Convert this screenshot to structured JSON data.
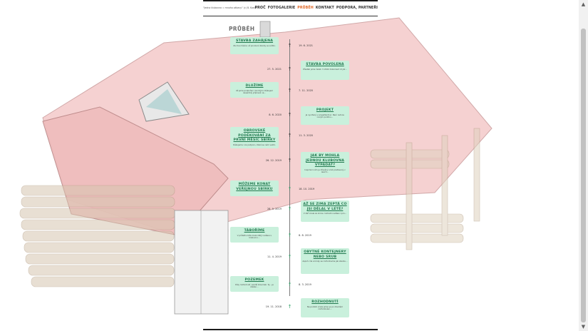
{
  "header": {
    "brand": "\"Jedna klubovna = mnoho zábavy\" (c) B. Kostel",
    "nav": [
      {
        "label": "PROČ",
        "active": false
      },
      {
        "label": "FOTOGALERIE",
        "active": false
      },
      {
        "label": "PRŮBĚH",
        "active": true
      },
      {
        "label": "KONTAKT",
        "active": false
      },
      {
        "label": "PODPORA, PARTNEŘI",
        "active": false
      }
    ]
  },
  "page": {
    "title": "PRŮBĚH"
  },
  "timeline": [
    {
      "title": "STAVBA ZAHÁJENA",
      "text": "Za dva měsíce už povolení stavby se svítilo.",
      "date": "19. 6. 2021",
      "arrow": "dark"
    },
    {
      "title": "STAVBA POVOLENA",
      "text": "Přestali jsme čekat. V 2022 dokument chybí...",
      "date": "27. 5. 2021",
      "arrow": "dark"
    },
    {
      "title": "DLUŽÍME",
      "text": "Už jsme podpořeni mnohými. Děkujem Assembly přípravě na...",
      "date": "7. 11. 2020",
      "arrow": "dark"
    },
    {
      "title": "PROJEKT",
      "text": "Je vyvrtaný v projektantovi. Není nutnou novým poddnu...",
      "date": "8. 6. 2020",
      "arrow": "dark"
    },
    {
      "title": "OBROVSKÉ PODĚKOVÁNÍ ZA PRVNÍ MĚSÍC SBÍRKY",
      "text": "Děkujeme i za podporu, která se nám velmi.",
      "date": "11. 3. 2020",
      "arrow": "dark"
    },
    {
      "title": "JAK BY MOHLA JEDNOU KLUBOVNA VYPADAT?",
      "text": "Inspiraci nám je dřevěný srub postavený v lesích...",
      "date": "26. 12. 2019",
      "arrow": "dark"
    },
    {
      "title": "MŮŽEME KONAT VEŘEJNOU SBÍRKU",
      "text": "",
      "date": "18. 10. 2019",
      "arrow": "green"
    },
    {
      "title": "AŽ SE ZIMA ZEPTÁ CO JSI DĚLAL V LÉTĚ?",
      "text": "V září zcela za zimou rozhodli nadšenci pro...",
      "date": "28. 9. 2019",
      "arrow": "green"
    },
    {
      "title": "TÁBOŘÍME",
      "text": "V průběhu léta zcela stálý nadšenci, klubovnu...",
      "date": "8. 8. 2019",
      "arrow": "green"
    },
    {
      "title": "OBYTNÉ KONTEJNERY NEBO SRUB",
      "text": "Aspoň cíle a kroky se rozhodneme jak stavbu...",
      "date": "11. 4. 2019",
      "arrow": "green"
    },
    {
      "title": "POZEMEK",
      "text": "Díky rozhodnutí, pozdě zkoumali. Ty... je stažen...",
      "date": "8. 3. 2019",
      "arrow": "green"
    },
    {
      "title": "ROZHODNUTÍ",
      "text": "Na podzim zcela jsme se po dlouhém rozhodování...",
      "date": "19. 11. 2018",
      "arrow": "green"
    }
  ],
  "colors": {
    "accent": "#e06a2a",
    "card_bg": "#c9f0dc",
    "card_title": "#237a50",
    "arrow_green": "#2d9e65"
  },
  "icons": {
    "arrow": "arrow-up-icon",
    "scroll_up": "scroll-up-icon",
    "scroll_down": "scroll-down-icon"
  }
}
